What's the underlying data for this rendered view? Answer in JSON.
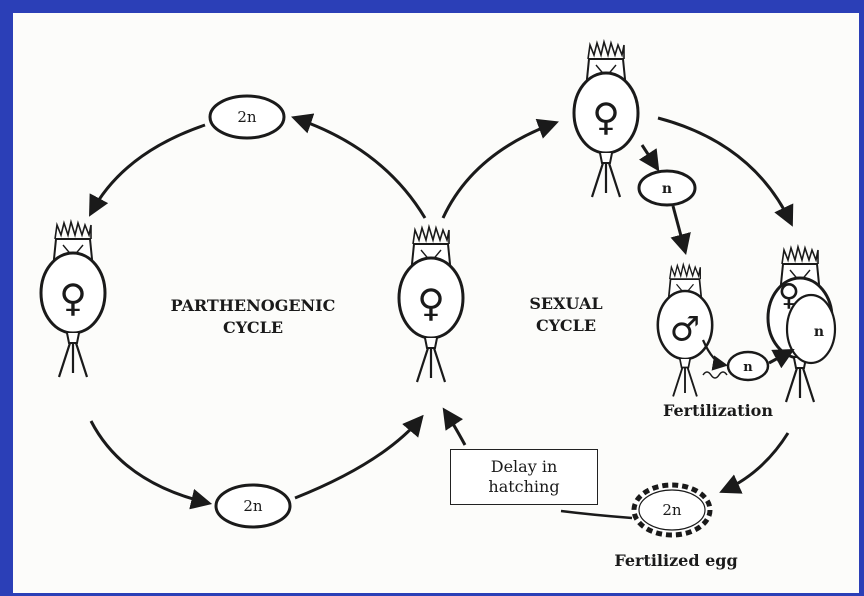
{
  "diagram": {
    "parthenogenic_label_line1": "PARTHENOGENIC",
    "parthenogenic_label_line2": "CYCLE",
    "sexual_label_line1": "SEXUAL",
    "sexual_label_line2": "CYCLE",
    "node_2n_top": "2n",
    "node_2n_bottom": "2n",
    "node_n_egg": "n",
    "node_n_sperm": "n",
    "node_n_inside": "n",
    "node_2n_fertilized": "2n",
    "fertilization_label": "Fertilization",
    "fertilized_egg_label": "Fertilized egg",
    "delay_line1": "Delay in",
    "delay_line2": "hatching",
    "female_symbol": "♀",
    "male_symbol": "♂"
  },
  "colors": {
    "frame": "#2b3fb7",
    "background": "#fcfcfa",
    "ink": "#1a1a1a"
  }
}
